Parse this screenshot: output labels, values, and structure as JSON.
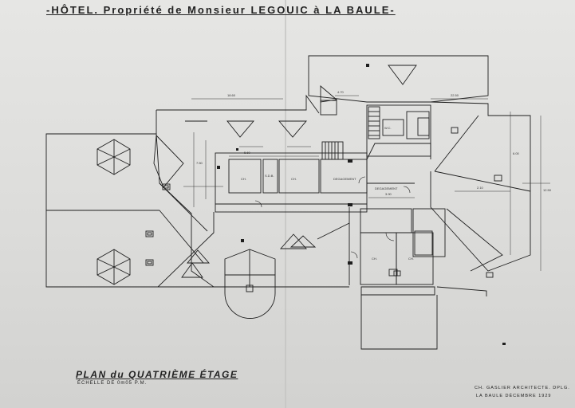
{
  "sheet": {
    "title": "-HÔTEL. Propriété de Monsieur LEGOUIC à LA BAULE-",
    "plan_title": "PLAN du QUATRIÈME ÉTAGE",
    "scale": "ÉCHELLE DE 0m05 P.M.",
    "architect": "CH. GASLIER ARCHITECTE. DPLG.",
    "place_date": "LA BAULE DÉCEMBRE 1929"
  },
  "dimensions": {
    "d1": "18.60",
    "d2": "22.50",
    "d3": "4.70",
    "d4": "7.50",
    "d5": "12.50",
    "d6": "6.00",
    "d7": "2.10",
    "d8": "3.90",
    "d9": "5.60"
  },
  "rooms": {
    "r1": "CH.",
    "r2": "S.D.B.",
    "r3": "CH.",
    "r4": "DEGAGEMENT",
    "r5": "DEGAGEMENT",
    "r6": "W.C.",
    "r7": "CH.",
    "r8": "CH."
  },
  "colors": {
    "paper": "#e0e0de",
    "ink": "#1e1e1e"
  }
}
